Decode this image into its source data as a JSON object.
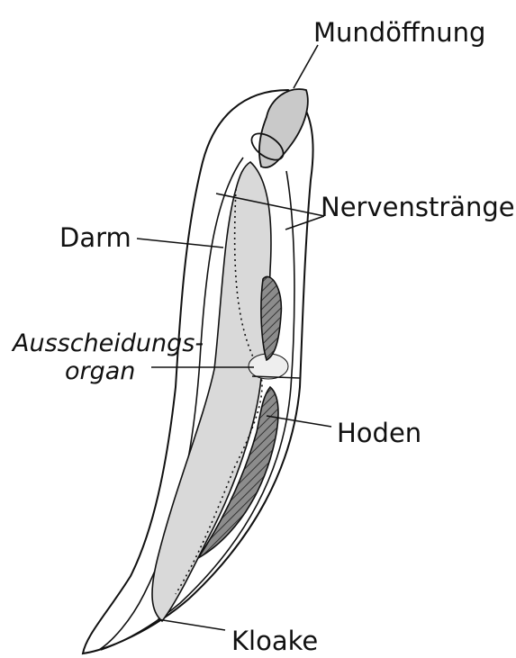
{
  "labels": {
    "mouth": "Mundöffnung",
    "nerves": "Nervenstränge",
    "gut": "Darm",
    "excretory_1": "Ausscheidungs-",
    "excretory_2": "organ",
    "testes": "Hoden",
    "cloaca": "Kloake"
  },
  "colors": {
    "ink": "#111111",
    "gut_fill": "#d9d9d9",
    "mouth_fill": "#c9c9c9",
    "testes_fill": "#7a7a7a"
  }
}
